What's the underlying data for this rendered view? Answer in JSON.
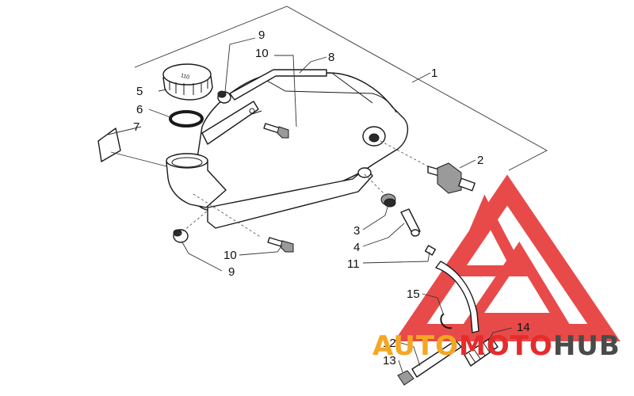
{
  "callouts": {
    "c1": "1",
    "c2": "2",
    "c3": "3",
    "c4": "4",
    "c5": "5",
    "c6": "6",
    "c7": "7",
    "c8": "8",
    "c9_top": "9",
    "c10_top": "10",
    "c10_bottom": "10",
    "c9_bottom": "9",
    "c11": "11",
    "c12": "12",
    "c13": "13",
    "c14": "14",
    "c15": "15"
  },
  "cap_text": "110",
  "watermark": {
    "part1": "AUTO",
    "part2": "MOTO",
    "part3": "HUB",
    "color_red": "#e52b2b",
    "color_orange": "#f5a623",
    "color_grey": "#4a4a4a"
  }
}
